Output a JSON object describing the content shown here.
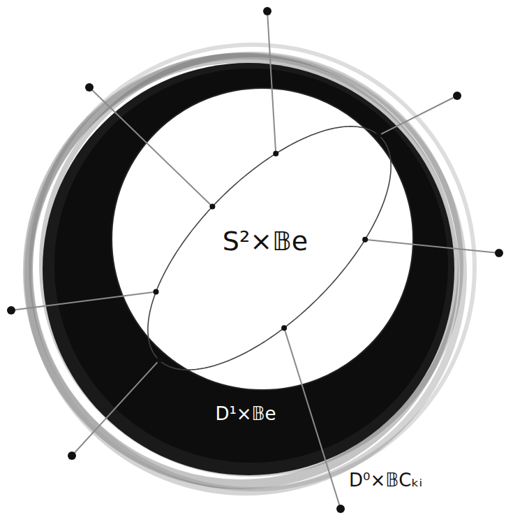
{
  "diagram": {
    "nodes": [
      {
        "text": [
          "S²×𝔹e"
        ]
      },
      {
        "text": [
          "D¹×𝔹e"
        ]
      }
    ],
    "labels": [
      "D⁰×𝔹Cₖᵢ"
    ]
  }
}
